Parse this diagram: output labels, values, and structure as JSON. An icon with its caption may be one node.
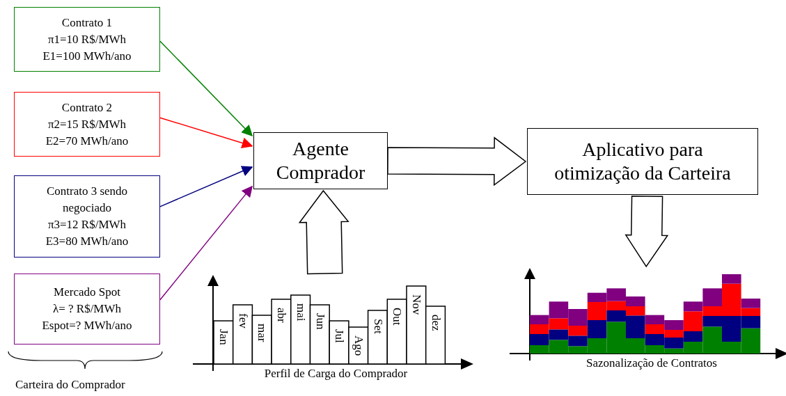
{
  "diagram": {
    "nodes": [
      {
        "text": [
          "Contrato 1 π1=10 R$/MWh E1=100 MWh/ano"
        ]
      },
      {
        "text": [
          "Contrato 2 π2=15 R$/MWh E2=70 MWh/ano"
        ]
      },
      {
        "text": [
          "Contrato 3 sendo negociado π3=12 R$/MWh E3=80 MWh/ano"
        ]
      },
      {
        "text": [
          "Mercado Spot λ= ? R$/MWh Espot=? MWh/ano"
        ]
      },
      {
        "text": [
          "Agente Comprador"
        ]
      },
      {
        "text": [
          "Aplicativo para otimização da Carteira"
        ]
      },
      {
        "text": [
          "Jan",
          "fev",
          "mar",
          "abr",
          "mai",
          "Jun",
          "Jul",
          "Ago",
          "Set",
          "Out",
          "Nov",
          "dez"
        ],
        "beside": [
          "Perfil de Carga do Comprador"
        ]
      },
      {
        "text": [],
        "shape": "chart",
        "beside": [
          "Sazonalização de Contratos"
        ]
      }
    ],
    "edges": [
      {
        "from": 0,
        "to": 4,
        "arrow": "to",
        "color": "#008000"
      },
      {
        "from": 1,
        "to": 4,
        "arrow": "to",
        "color": "#ff0000"
      },
      {
        "from": 2,
        "to": 4,
        "arrow": "to",
        "color": "#000080"
      },
      {
        "from": 3,
        "to": 4,
        "arrow": "to",
        "color": "#800080"
      },
      {
        "from": 6,
        "to": 4,
        "arrow": "to",
        "style": "thick"
      },
      {
        "from": 4,
        "to": 5,
        "arrow": "to",
        "style": "thick"
      },
      {
        "from": 5,
        "to": 7,
        "arrow": "to",
        "style": "thick"
      }
    ],
    "labels": [
      "Carteira do Comprador"
    ]
  }
}
